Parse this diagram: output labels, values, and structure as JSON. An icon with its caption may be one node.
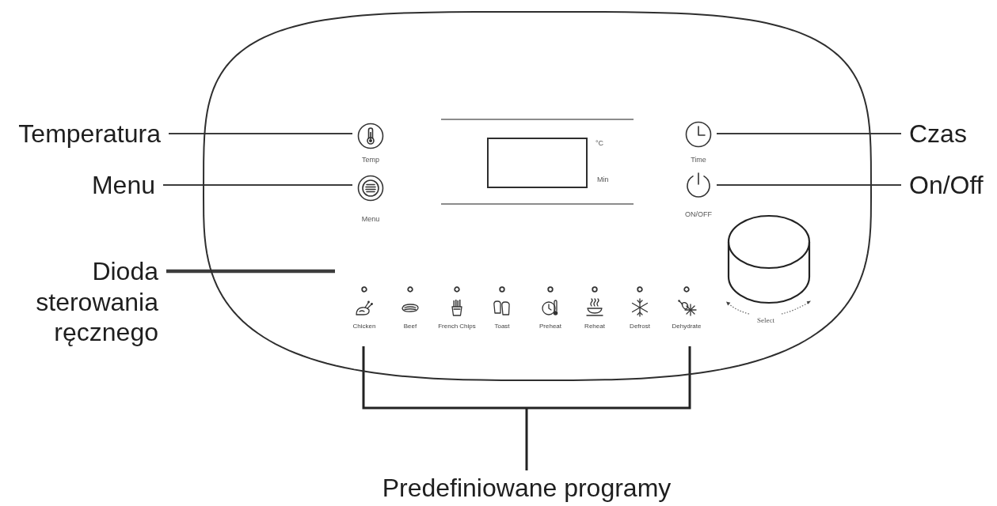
{
  "diagram": {
    "nodes": [
      {
        "text": [],
        "shape": "oval"
      },
      {
        "text": [
          "Temp"
        ],
        "in": 0
      },
      {
        "text": [],
        "shape": "box",
        "in": 0,
        "beside": [
          "°C",
          "Min"
        ]
      },
      {
        "text": [
          "Time"
        ],
        "in": 0
      },
      {
        "text": [
          "Menu"
        ],
        "in": 0
      },
      {
        "text": [
          "ON/OFF"
        ],
        "in": 0
      },
      {
        "text": [
          "Temperatura"
        ]
      },
      {
        "text": [
          "Czas"
        ]
      },
      {
        "text": [
          "Menu"
        ]
      },
      {
        "text": [
          "On/Off"
        ]
      },
      {
        "text": [
          "Dioda sterowania ręcznego"
        ]
      }
    ],
    "edges": [
      {
        "from": 6,
        "to": 1,
        "arrow": "none"
      },
      {
        "from": 7,
        "to": 3,
        "arrow": "none"
      },
      {
        "from": 8,
        "to": 4,
        "arrow": "none"
      },
      {
        "from": 9,
        "to": 5,
        "arrow": "none"
      },
      {
        "from": 10,
        "to": null,
        "arrow": "none",
        "style": "thick"
      }
    ],
    "labels": [
      "Chicken",
      "Beef",
      "French Chips",
      "Toast",
      "Preheat",
      "Reheat",
      "Defrost",
      "Dehydrate",
      "Select",
      "Predefiniowane programy"
    ]
  }
}
